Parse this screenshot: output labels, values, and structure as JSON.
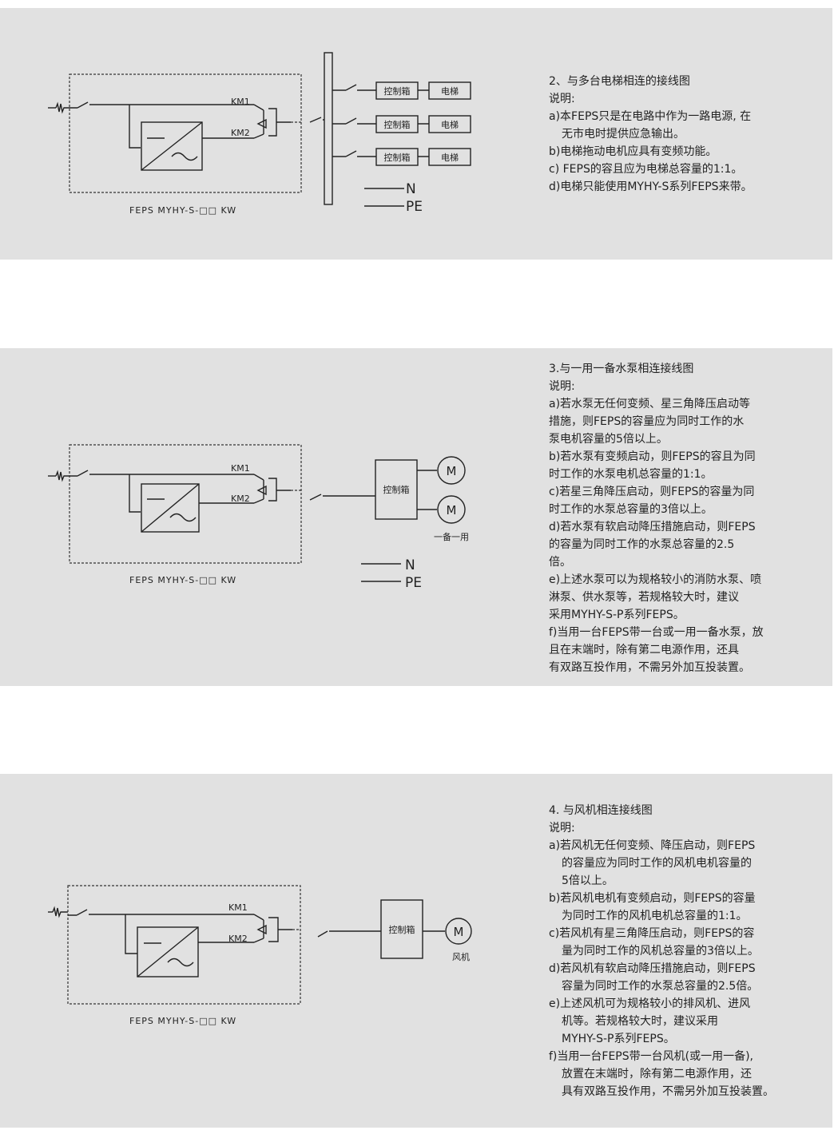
{
  "common": {
    "km1": "KM1",
    "km2": "KM2",
    "model_label": "FEPS  MYHY-S-□□ KW",
    "control_box": "控制箱",
    "n_label": "N",
    "pe_label": "PE",
    "motor_symbol": "M"
  },
  "section1": {
    "elevator": "电梯",
    "title": "2、与多台电梯相连的接线图",
    "lines": [
      {
        "text": "说明:",
        "indent": false
      },
      {
        "text": "a)本FEPS只是在电路中作为一路电源, 在",
        "indent": false
      },
      {
        "text": "无市电时提供应急输出。",
        "indent": true
      },
      {
        "text": "b)电梯拖动电机应具有变频功能。",
        "indent": false
      },
      {
        "text": "c) FEPS的容且应为电梯总容量的1:1。",
        "indent": false
      },
      {
        "text": "d)电梯只能使用MYHY-S系列FEPS来带。",
        "indent": false
      }
    ]
  },
  "section2": {
    "backup_label": "一备一用",
    "title": "3.与一用一备水泵相连接线图",
    "lines": [
      {
        "text": "说明:",
        "indent": false
      },
      {
        "text": "a)若水泵无任何变频、星三角降压启动等",
        "indent": false
      },
      {
        "text": "措施，则FEPS的容量应为同时工作的水",
        "indent": false
      },
      {
        "text": "泵电机容量的5倍以上。",
        "indent": false
      },
      {
        "text": "b)若水泵有变频启动，则FEPS的容且为同",
        "indent": false
      },
      {
        "text": "时工作的水泵电机总容量的1:1。",
        "indent": false
      },
      {
        "text": "c)若星三角降压启动，则FEPS的容量为同",
        "indent": false
      },
      {
        "text": "时工作的水泵总容量的3倍以上。",
        "indent": false
      },
      {
        "text": "d)若水泵有软启动降压措施启动，则FEPS",
        "indent": false
      },
      {
        "text": "的容量为同时工作的水泵总容量的2.5",
        "indent": false
      },
      {
        "text": "倍。",
        "indent": false
      },
      {
        "text": "e)上述水泵可以为规格较小的消防水泵、喷",
        "indent": false
      },
      {
        "text": "淋泵、供水泵等，若规格较大时，建议",
        "indent": false
      },
      {
        "text": "采用MYHY-S-P系列FEPS。",
        "indent": false
      },
      {
        "text": "f)当用一台FEPS带一台或一用一备水泵，放",
        "indent": false
      },
      {
        "text": "且在末端时，除有第二电源作用，还具",
        "indent": false
      },
      {
        "text": "有双路互投作用，不需另外加互投装置。",
        "indent": false
      }
    ]
  },
  "section3": {
    "fan_label": "风机",
    "title": "4. 与风机相连接线图",
    "lines": [
      {
        "text": "说明:",
        "indent": false
      },
      {
        "text": "a)若风机无任何变频、降压启动，则FEPS",
        "indent": false
      },
      {
        "text": "的容量应为同时工作的风机电机容量的",
        "indent": true
      },
      {
        "text": "5倍以上。",
        "indent": true
      },
      {
        "text": "b)若风机电机有变频启动，则FEPS的容量",
        "indent": false
      },
      {
        "text": "为同时工作的风机电机总容量的1:1。",
        "indent": true
      },
      {
        "text": "c)若风机有星三角降压启动，则FEPS的容",
        "indent": false
      },
      {
        "text": "量为同时工作的风机总容量的3倍以上。",
        "indent": true
      },
      {
        "text": "d)若风机有软启动降压措施启动，则FEPS",
        "indent": false
      },
      {
        "text": "容量为同时工作的水泵总容量的2.5倍。",
        "indent": true
      },
      {
        "text": "e)上述风机可为规格较小的排风机、进风",
        "indent": false
      },
      {
        "text": "机等。若规格较大时，建议采用",
        "indent": true
      },
      {
        "text": "MYHY-S-P系列FEPS。",
        "indent": true
      },
      {
        "text": "f)当用一台FEPS带一台风机(或一用一备),",
        "indent": false
      },
      {
        "text": "放置在末端时，除有第二电源作用，还",
        "indent": true
      },
      {
        "text": "具有双路互投作用，不需另外加互投装置。",
        "indent": true
      }
    ]
  }
}
